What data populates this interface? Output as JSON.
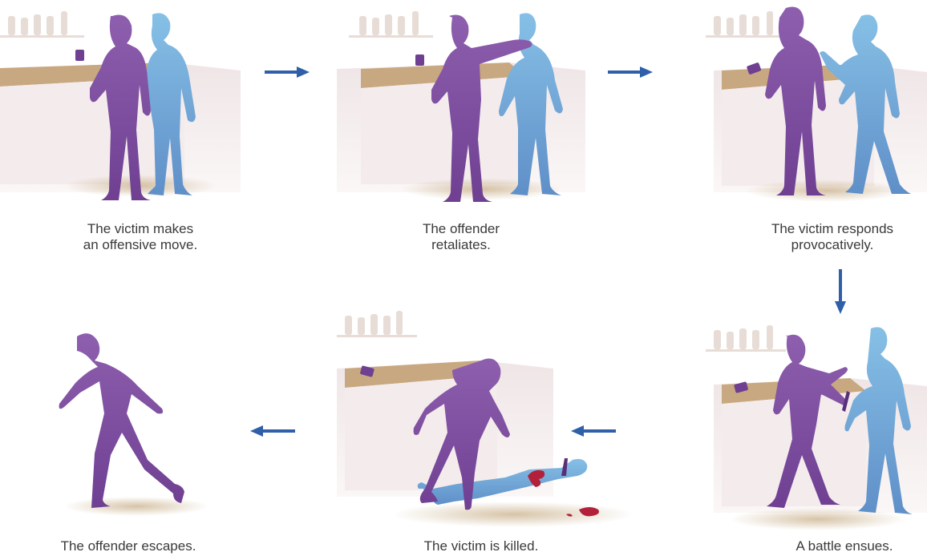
{
  "colors": {
    "offender": "#8a5aa8",
    "victim": "#7ab0d8",
    "arrow": "#2f5fa8",
    "blood": "#b3203a",
    "counter": "#c8a880",
    "wall": "#f3ecec"
  },
  "steps": [
    {
      "line1": "The victim makes",
      "line2": "an offensive move."
    },
    {
      "line1": "The offender",
      "line2": "retaliates."
    },
    {
      "line1": "The victim responds",
      "line2": "provocatively."
    },
    {
      "line1": "A battle ensues.",
      "line2": ""
    },
    {
      "line1": "The victim is killed.",
      "line2": ""
    },
    {
      "line1": "The offender escapes.",
      "line2": ""
    }
  ]
}
